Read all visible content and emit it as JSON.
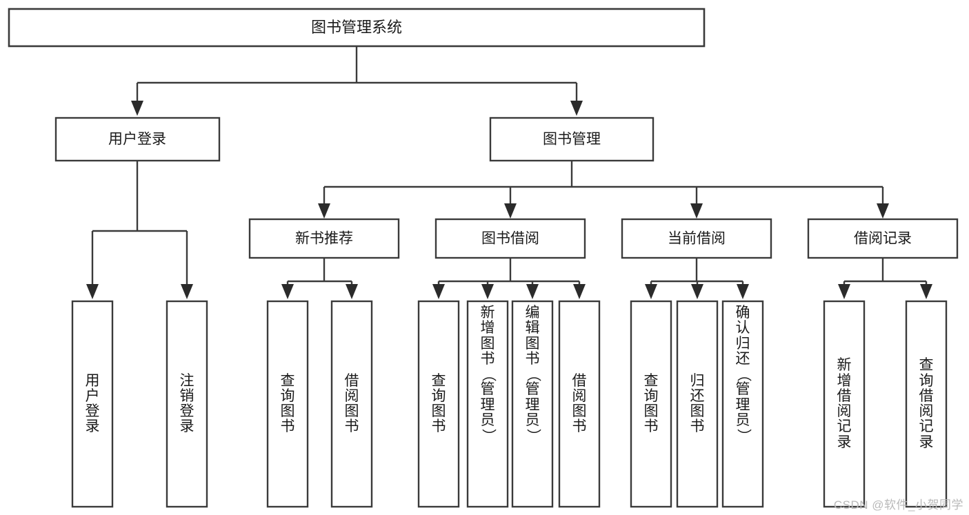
{
  "diagram": {
    "title": "图书管理系统",
    "watermark": "CSDN @软件_小贺同学",
    "colors": {
      "box_stroke": "#3a3a3a",
      "connector": "#3a3a3a",
      "arrow": "#2b2b2b",
      "text": "#1a1a1a",
      "background": "#ffffff",
      "watermark": "#b9b9b9"
    },
    "root": {
      "label": "图书管理系统"
    },
    "level2": [
      {
        "label": "用户登录"
      },
      {
        "label": "图书管理"
      }
    ],
    "level3": [
      {
        "label": "新书推荐"
      },
      {
        "label": "图书借阅"
      },
      {
        "label": "当前借阅"
      },
      {
        "label": "借阅记录"
      }
    ],
    "leaves": {
      "user_login": [
        {
          "label": "用户登录"
        },
        {
          "label": "注销登录"
        }
      ],
      "new_book_recommend": [
        {
          "label": "查询图书"
        },
        {
          "label": "借阅图书"
        }
      ],
      "book_borrow": [
        {
          "label": "查询图书"
        },
        {
          "label": "新增图书（管理员）"
        },
        {
          "label": "编辑图书（管理员）"
        },
        {
          "label": "借阅图书"
        }
      ],
      "current_borrow": [
        {
          "label": "查询图书"
        },
        {
          "label": "归还图书"
        },
        {
          "label": "确认归还（管理员）"
        }
      ],
      "borrow_record": [
        {
          "label": "新增借阅记录"
        },
        {
          "label": "查询借阅记录"
        }
      ]
    }
  }
}
